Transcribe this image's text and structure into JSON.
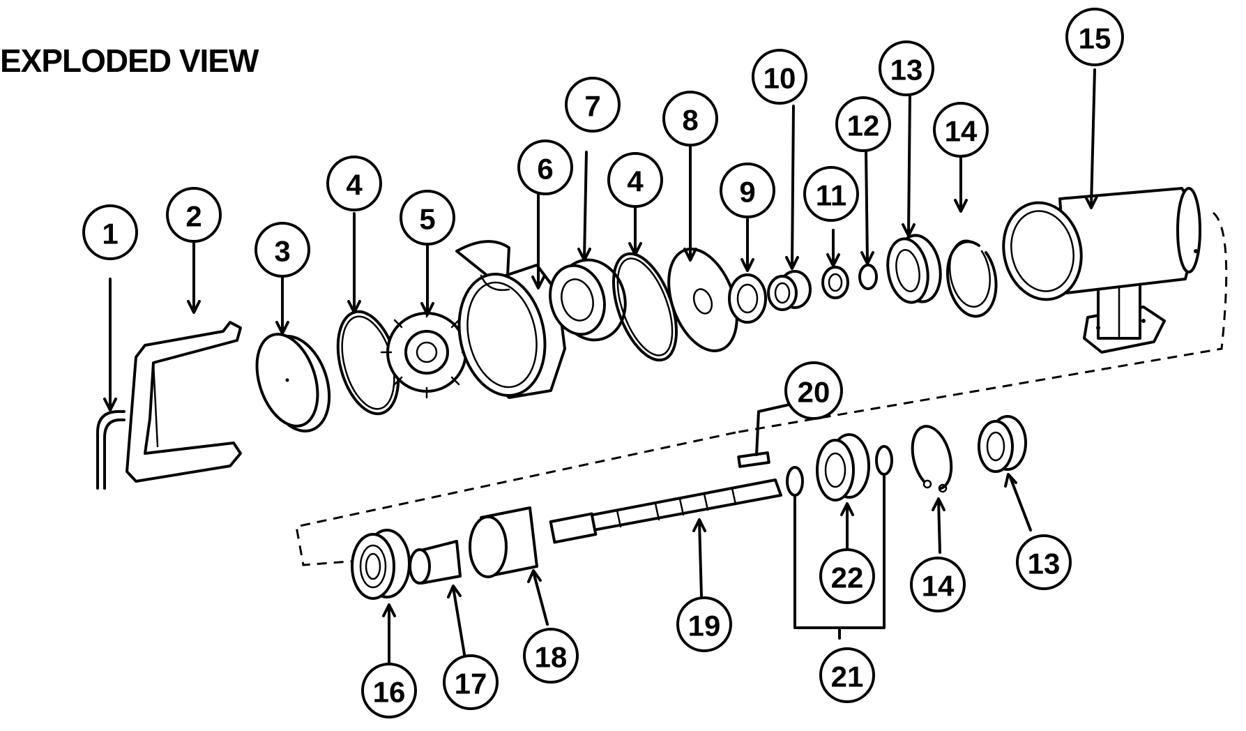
{
  "title": "EXPLODED VIEW",
  "callouts": [
    {
      "id": "c1",
      "label": "1"
    },
    {
      "id": "c2",
      "label": "2"
    },
    {
      "id": "c3",
      "label": "3"
    },
    {
      "id": "c4a",
      "label": "4"
    },
    {
      "id": "c5",
      "label": "5"
    },
    {
      "id": "c6",
      "label": "6"
    },
    {
      "id": "c7",
      "label": "7"
    },
    {
      "id": "c4b",
      "label": "4"
    },
    {
      "id": "c8",
      "label": "8"
    },
    {
      "id": "c9",
      "label": "9"
    },
    {
      "id": "c10",
      "label": "10"
    },
    {
      "id": "c11",
      "label": "11"
    },
    {
      "id": "c12",
      "label": "12"
    },
    {
      "id": "c13a",
      "label": "13"
    },
    {
      "id": "c14a",
      "label": "14"
    },
    {
      "id": "c15",
      "label": "15"
    },
    {
      "id": "c20",
      "label": "20"
    },
    {
      "id": "c16",
      "label": "16"
    },
    {
      "id": "c17",
      "label": "17"
    },
    {
      "id": "c18",
      "label": "18"
    },
    {
      "id": "c19",
      "label": "19"
    },
    {
      "id": "c22",
      "label": "22"
    },
    {
      "id": "c21",
      "label": "21"
    },
    {
      "id": "c14b",
      "label": "14"
    },
    {
      "id": "c13b",
      "label": "13"
    }
  ]
}
